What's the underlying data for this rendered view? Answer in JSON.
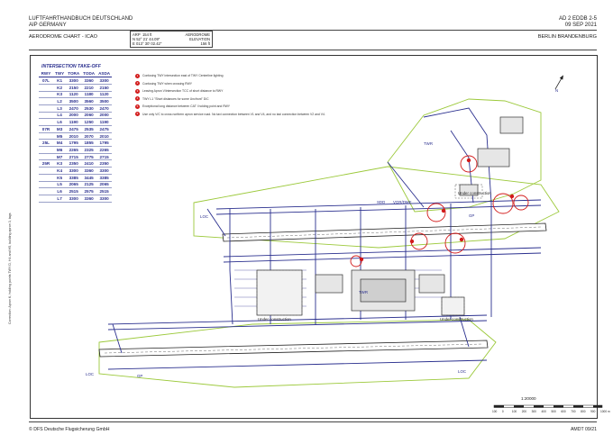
{
  "header": {
    "left_line1": "LUFTFAHRTHANDBUCH DEUTSCHLAND",
    "left_line2": "AIP GERMANY",
    "right_line1": "AD 2 EDDB 2-5",
    "right_line2": "09 SEP 2021",
    "chart_title": "AERODROME CHART - ICAO",
    "region": "BERLIN BRANDENBURG"
  },
  "info_box": {
    "arp_label": "ARP",
    "arp_value": "154 ft",
    "lat": "N 52° 21' 44.09\"",
    "lon": "E 013° 30' 02.42\"",
    "aerodrome_label": "AERODROME",
    "elevation_label": "ELEVATION",
    "elevation_value": "156 ft"
  },
  "intersection_table": {
    "title": "INTERSECTION TAKE-OFF",
    "columns": [
      "RWY",
      "TWY",
      "TORA",
      "TODA",
      "ASDA"
    ],
    "rows": [
      [
        "07L",
        "K1",
        "3300",
        "3360",
        "3300"
      ],
      [
        "",
        "K2",
        "2150",
        "2210",
        "2150"
      ],
      [
        "",
        "K3",
        "1120",
        "1180",
        "1120"
      ],
      [
        "",
        "L2",
        "3500",
        "3560",
        "3500"
      ],
      [
        "",
        "L3",
        "2470",
        "2530",
        "2470"
      ],
      [
        "",
        "L4",
        "2000",
        "2060",
        "2000"
      ],
      [
        "",
        "L6",
        "1190",
        "1250",
        "1190"
      ],
      [
        "07R",
        "M3",
        "2475",
        "2535",
        "2475"
      ],
      [
        "",
        "M5",
        "2010",
        "2070",
        "2010"
      ],
      [
        "25L",
        "M4",
        "1795",
        "1855",
        "1795"
      ],
      [
        "",
        "M6",
        "2265",
        "2325",
        "2265"
      ],
      [
        "",
        "M7",
        "2715",
        "2775",
        "2715"
      ],
      [
        "25R",
        "K3",
        "2350",
        "2410",
        "2350"
      ],
      [
        "",
        "K4",
        "3300",
        "3360",
        "3300"
      ],
      [
        "",
        "K5",
        "3385",
        "3445",
        "3385"
      ],
      [
        "",
        "L5",
        "2065",
        "2125",
        "2065"
      ],
      [
        "",
        "L6",
        "2515",
        "2575",
        "2515"
      ],
      [
        "",
        "L7",
        "3300",
        "3360",
        "3300"
      ]
    ]
  },
  "notes": [
    {
      "num": "1",
      "text": "Confusing TWY intersection east of TWY Centerline lighting"
    },
    {
      "num": "2",
      "text": "Confusing TWY when crossing RWY"
    },
    {
      "num": "3",
      "text": "Leaving Apron V/intersection TCC of short distance to RWY"
    },
    {
      "num": "4",
      "text": "TWY L1 \"Short distances for some Uncfront\" D/C"
    },
    {
      "num": "5",
      "text": "Exceptional long distance between CAT I holding point and RWY"
    },
    {
      "num": "6",
      "text": "Use only V/C to cross northern apron service road. No taxi connection between V1 and V4, and no taxi connection between V2 and V4."
    }
  ],
  "side_note": "Correction: Apron K, holding points TWY D, H4 and H5, building apron 3, tags",
  "map_labels": {
    "twr": "TWR",
    "loc": "LOC",
    "gp": "GP",
    "sdd": "SDD",
    "vor": "VOR/DME",
    "under_construction": "Under construction",
    "north": "N"
  },
  "scale_text": "1:20000",
  "scale_ticks": [
    "100",
    "0",
    "100",
    "200",
    "300",
    "400",
    "500",
    "600",
    "700",
    "800",
    "900",
    "1000 m"
  ],
  "footer": {
    "left": "© DFS Deutsche Flugsicherung GmbH",
    "right": "AMDT 09/21"
  },
  "colors": {
    "taxiway": "#2a2f8e",
    "runway": "#ffffff",
    "grass": "#9cc93b",
    "building": "#444444",
    "hotspot": "#d21a1a"
  }
}
